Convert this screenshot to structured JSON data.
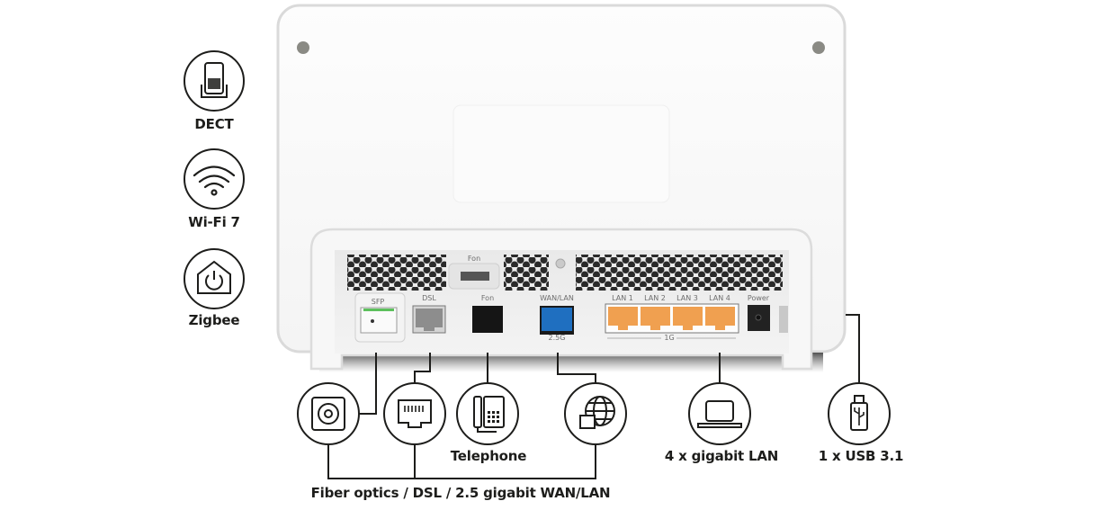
{
  "features": [
    {
      "id": "dect",
      "label": "DECT",
      "icon": "dect-handset-icon"
    },
    {
      "id": "wifi",
      "label": "Wi-Fi 7",
      "icon": "wifi-icon"
    },
    {
      "id": "zigbee",
      "label": "Zigbee",
      "icon": "smart-home-power-icon"
    }
  ],
  "router": {
    "top_port_label": "Fon",
    "ports": [
      {
        "id": "sfp",
        "label": "SFP"
      },
      {
        "id": "dsl",
        "label": "DSL"
      },
      {
        "id": "fon",
        "label": "Fon"
      },
      {
        "id": "wan",
        "label": "WAN/LAN",
        "speed": "2.5G"
      },
      {
        "id": "lan1",
        "label": "LAN 1"
      },
      {
        "id": "lan2",
        "label": "LAN 2"
      },
      {
        "id": "lan3",
        "label": "LAN 3"
      },
      {
        "id": "lan4",
        "label": "LAN 4"
      },
      {
        "id": "power",
        "label": "Power"
      }
    ],
    "lan_speed": "1G",
    "colors": {
      "wan_port": "#1f6fc0",
      "lan_port": "#f0a050",
      "sfp_indicator": "#5cc05c",
      "fon_port": "#1a1a1a",
      "dsl_port": "#8a8a8a"
    }
  },
  "connections": [
    {
      "id": "fiber",
      "icon": "fiber-optic-socket-icon"
    },
    {
      "id": "dsl",
      "icon": "ethernet-jack-icon"
    },
    {
      "id": "telephone",
      "icon": "telephone-icon",
      "label": "Telephone"
    },
    {
      "id": "wan",
      "icon": "globe-network-icon"
    },
    {
      "id": "lan",
      "icon": "laptop-icon",
      "label": "4 x gigabit LAN"
    },
    {
      "id": "usb",
      "icon": "usb-stick-icon",
      "label": "1 x USB 3.1"
    }
  ],
  "group_label": "Fiber optics / DSL / 2.5 gigabit WAN/LAN"
}
